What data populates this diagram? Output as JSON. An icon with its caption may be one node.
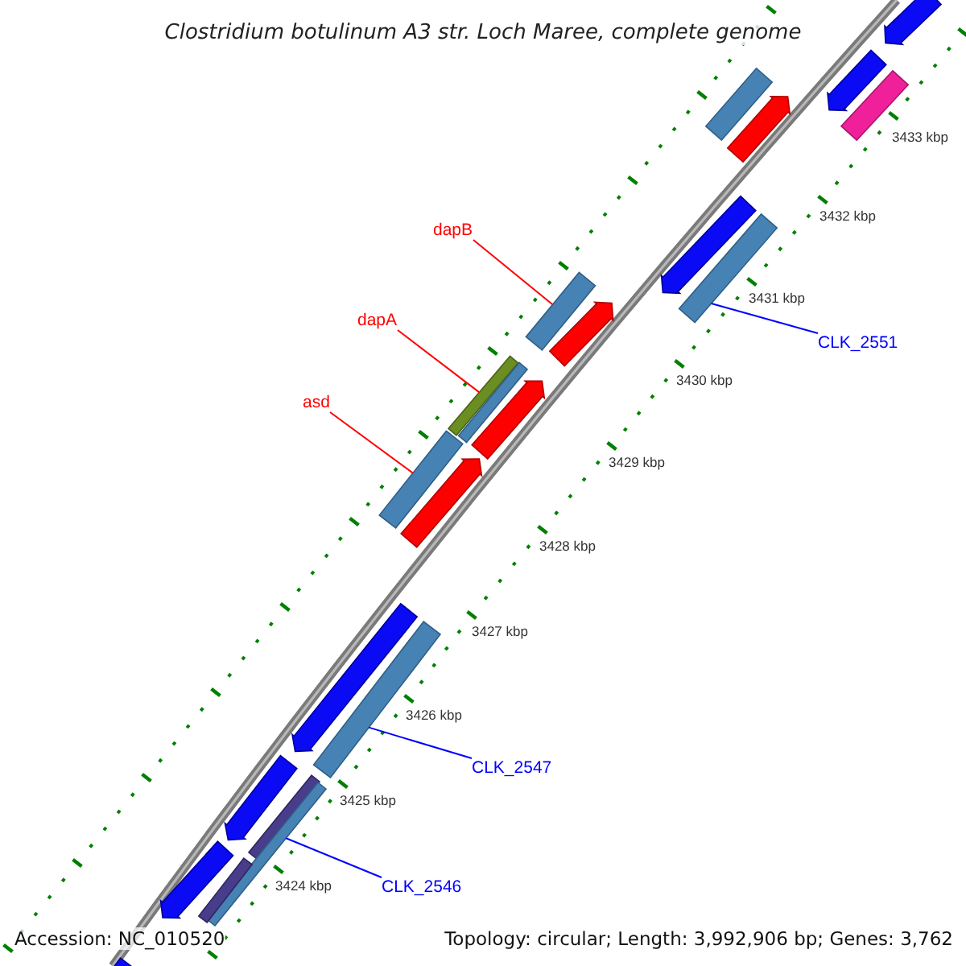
{
  "diagram": {
    "title": "Clostridium botulinum A3 str. Loch Maree, complete genome",
    "nodes": [
      {
        "text": [
          "dapB"
        ]
      },
      {
        "text": [
          "dapA"
        ]
      },
      {
        "text": [
          "asd"
        ]
      },
      {
        "text": [
          "CLK_2551"
        ]
      },
      {
        "text": [
          "CLK_2547"
        ]
      },
      {
        "text": [
          "CLK_2546"
        ]
      },
      {
        "text": [],
        "shape": "arrow"
      },
      {
        "text": [],
        "shape": "arrow"
      },
      {
        "text": [],
        "shape": "bar"
      },
      {
        "text": [],
        "shape": "bar"
      },
      {
        "text": [],
        "shape": "arrow"
      },
      {
        "text": [],
        "shape": "arrow"
      },
      {
        "text": [],
        "shape": "bar"
      },
      {
        "text": [],
        "shape": "bar"
      },
      {
        "text": [],
        "shape": "arrow"
      },
      {
        "text": [],
        "shape": "bar"
      },
      {
        "text": [],
        "shape": "bar"
      },
      {
        "text": [],
        "shape": "arrow"
      },
      {
        "text": [],
        "shape": "bar"
      },
      {
        "text": [],
        "shape": "arrow"
      },
      {
        "text": [],
        "shape": "arrow"
      },
      {
        "text": [],
        "shape": "bar"
      },
      {
        "text": [],
        "shape": "arrow"
      },
      {
        "text": [],
        "shape": "bar"
      },
      {
        "text": [],
        "shape": "bar"
      },
      {
        "text": [],
        "shape": "arrow"
      },
      {
        "text": [],
        "shape": "bar"
      },
      {
        "text": [],
        "shape": "bar"
      }
    ],
    "edges": [
      {
        "from": 0,
        "to": 13,
        "arrow": "none",
        "color": "#ff0000"
      },
      {
        "from": 1,
        "to": 15,
        "arrow": "none",
        "color": "#ff0000"
      },
      {
        "from": 2,
        "to": 18,
        "arrow": "none",
        "color": "#ff0000"
      },
      {
        "from": 3,
        "to": 12,
        "arrow": "none",
        "color": "#0000ff"
      },
      {
        "from": 4,
        "to": 21,
        "arrow": "none",
        "color": "#0000ff"
      },
      {
        "from": 5,
        "to": 24,
        "arrow": "none",
        "color": "#0000ff"
      }
    ],
    "labels": [
      "3433 kbp",
      "3432 kbp",
      "3431 kbp",
      "3430 kbp",
      "3429 kbp",
      "3428 kbp",
      "3427 kbp",
      "3426 kbp",
      "3425 kbp",
      "3424 kbp",
      "Accession: NC_010520",
      "Topology: circular; Length: 3,992,906 bp; Genes: 3,762"
    ]
  }
}
